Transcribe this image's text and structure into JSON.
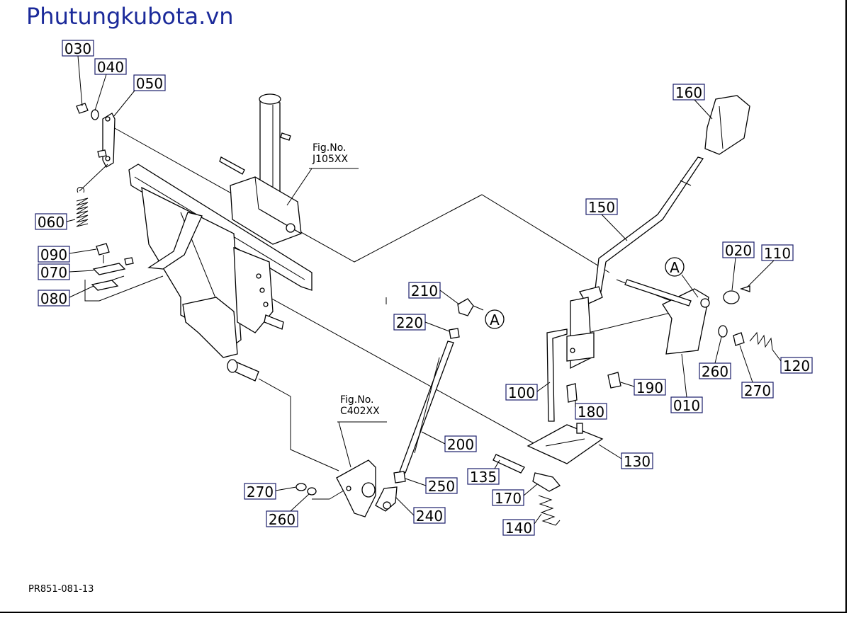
{
  "site_title": "Phutungkubota.vn",
  "drawing_code": "PR851-081-13",
  "figure_refs": [
    {
      "id": "fig-j105",
      "line1": "Fig.No.",
      "line2": "J105XX"
    },
    {
      "id": "fig-c402",
      "line1": "Fig.No.",
      "line2": "C402XX"
    }
  ],
  "callouts": [
    {
      "id": "a1",
      "text": "A"
    },
    {
      "id": "a2",
      "text": "A"
    }
  ],
  "part_labels": [
    {
      "id": "p030",
      "text": "030"
    },
    {
      "id": "p040",
      "text": "040"
    },
    {
      "id": "p050",
      "text": "050"
    },
    {
      "id": "p060",
      "text": "060"
    },
    {
      "id": "p090",
      "text": "090"
    },
    {
      "id": "p070",
      "text": "070"
    },
    {
      "id": "p080",
      "text": "080"
    },
    {
      "id": "p210",
      "text": "210"
    },
    {
      "id": "p220",
      "text": "220"
    },
    {
      "id": "p200",
      "text": "200"
    },
    {
      "id": "p250",
      "text": "250"
    },
    {
      "id": "p240",
      "text": "240"
    },
    {
      "id": "p270a",
      "text": "270"
    },
    {
      "id": "p260a",
      "text": "260"
    },
    {
      "id": "p160",
      "text": "160"
    },
    {
      "id": "p150",
      "text": "150"
    },
    {
      "id": "p020",
      "text": "020"
    },
    {
      "id": "p110",
      "text": "110"
    },
    {
      "id": "p120",
      "text": "120"
    },
    {
      "id": "p260b",
      "text": "260"
    },
    {
      "id": "p270b",
      "text": "270"
    },
    {
      "id": "p010",
      "text": "010"
    },
    {
      "id": "p190",
      "text": "190"
    },
    {
      "id": "p180",
      "text": "180"
    },
    {
      "id": "p100",
      "text": "100"
    },
    {
      "id": "p130",
      "text": "130"
    },
    {
      "id": "p135",
      "text": "135"
    },
    {
      "id": "p170",
      "text": "170"
    },
    {
      "id": "p140",
      "text": "140"
    }
  ]
}
